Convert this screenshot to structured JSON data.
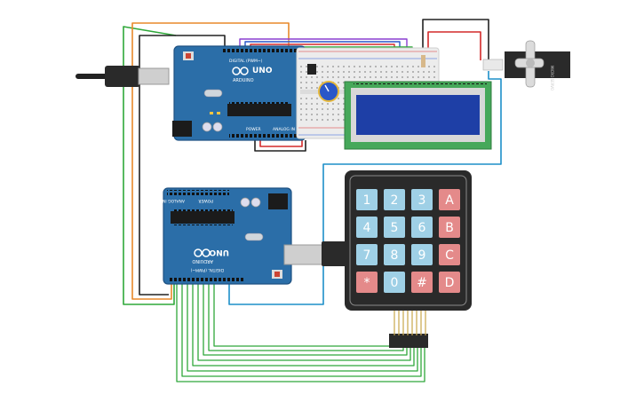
{
  "upper_board": {
    "brand": "UNO",
    "logo": "ARDUINO",
    "header_label": "DIGITAL (PWM~)",
    "power_label": "POWER",
    "analog_label": "ANALOG IN"
  },
  "lower_board": {
    "brand": "UNO",
    "logo": "ARDUINO",
    "header_label": "DIGITAL (PWM~)",
    "power_label": "POWER",
    "analog_label": "ANALOG IN"
  },
  "servo": {
    "label": "MICRO SERVO"
  },
  "keypad": {
    "keys": [
      [
        "1",
        "2",
        "3",
        "A"
      ],
      [
        "4",
        "5",
        "6",
        "B"
      ],
      [
        "7",
        "8",
        "9",
        "C"
      ],
      [
        "*",
        "0",
        "#",
        "D"
      ]
    ]
  },
  "colors": {
    "board": "#2b6ea8",
    "board_dark": "#1f5282",
    "lcd_pcb": "#46a85a",
    "lcd_screen": "#1e3fa6",
    "key_number": "#9fd0e6",
    "key_letter": "#e48a8a",
    "wire_green": "#2fa83a",
    "wire_orange": "#e8882a",
    "wire_blue": "#1d8fc9",
    "wire_red": "#d42a2a",
    "wire_black": "#222222",
    "wire_purple": "#8a3fd0",
    "potentiometer": "#2a57c8"
  }
}
